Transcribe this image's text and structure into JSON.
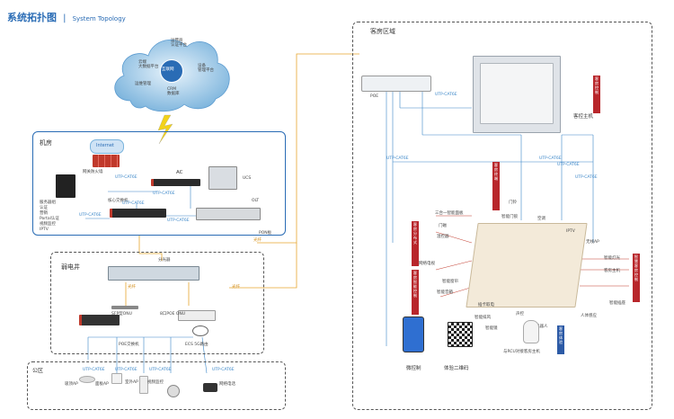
{
  "title": {
    "cn": "系统拓扑图",
    "separator": "|",
    "en": "System Topology"
  },
  "cloud": {
    "center": "互联网",
    "nodes": [
      "运营商\n认证平台",
      "设备\n管理平台",
      "云端\n大数据平台",
      "CRM\n数据库",
      "运维管理"
    ]
  },
  "engine_room": {
    "title": "机房",
    "internet_badge": "Internet",
    "firewall": "网关防火墙",
    "ac": "AC",
    "ucs": "UCS",
    "olt": "OLT",
    "core_switch": "核心交换机",
    "servers": [
      "服务器组",
      "认证",
      "营销",
      "Portal认证",
      "视频监控",
      "IPTV"
    ],
    "link_labels": [
      "UTP-CAT6E",
      "UTP-CAT6E",
      "UTP-CAT6E",
      "UTP-CAT6E",
      "UTP-CAT6E"
    ],
    "pon_label": "PON板"
  },
  "weak_box": {
    "title": "弱电井",
    "splitter": "分光器",
    "onu_sfp": "SFP型ONU",
    "onu_poe": "8口POE ONU",
    "poe_switch": "POE交换机",
    "router": "ECS 5G路由",
    "fiber_labels": [
      "光纤",
      "光纤",
      "光纤"
    ]
  },
  "public_area": {
    "title": "公区",
    "devices": [
      "吸顶AP",
      "面板AP",
      "室外AP",
      "视频监控",
      "网络电话"
    ],
    "link_labels": [
      "UTP-CAT6E",
      "UTP-CAT6E",
      "UTP-CAT6E",
      "UTP-CAT6E"
    ]
  },
  "guest_area": {
    "title": "客房区域",
    "switch_label": "POE",
    "link_top": "UTP-CAT6E",
    "cabinet": "客控主机",
    "left_links": [
      "UTP-CAT6E",
      "UTP-CAT6E"
    ],
    "right_links": [
      "UTP-CAT6E",
      "UTP-CAT6E"
    ],
    "red_tags_left": [
      "客房分布式",
      "客房智能控制",
      "客房终端"
    ],
    "red_tags_right": [
      "智慧客房控制",
      "客房控制"
    ],
    "blue_tags": [
      "客房体验"
    ],
    "room_labels": [
      "三合一智能面板",
      "门铃",
      "智能门锁",
      "空调",
      "门磁",
      "温控器",
      "网络电视",
      "无线AP",
      "智能窗帘",
      "智能音箱",
      "IPTV",
      "智能灯光",
      "客房主机",
      "智能插座",
      "人体感应",
      "插卡取电",
      "智能排风",
      "声控",
      "智能镜",
      "机器人",
      "与RCU对接客房主机"
    ],
    "bottom": [
      "微控制",
      "体验二维码"
    ]
  }
}
